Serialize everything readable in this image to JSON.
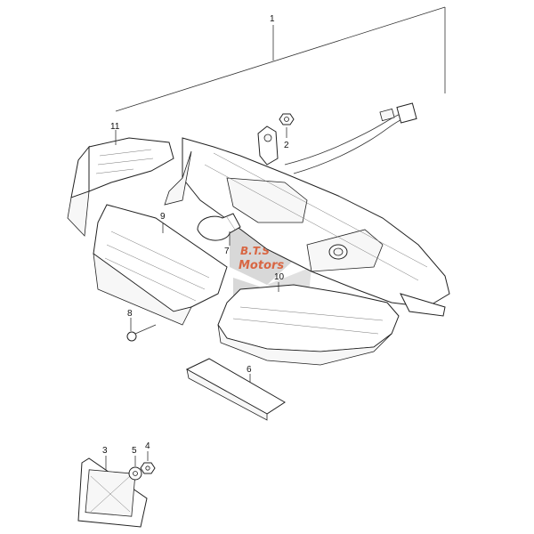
{
  "diagram": {
    "callouts": {
      "c1": "1",
      "c2": "2",
      "c3": "3",
      "c4": "4",
      "c5": "5",
      "c6": "6",
      "c7": "7",
      "c8": "8",
      "c9": "9",
      "c10": "10",
      "c11": "11"
    },
    "watermark": {
      "line1": "B.T.S",
      "line2": "Motors"
    }
  }
}
